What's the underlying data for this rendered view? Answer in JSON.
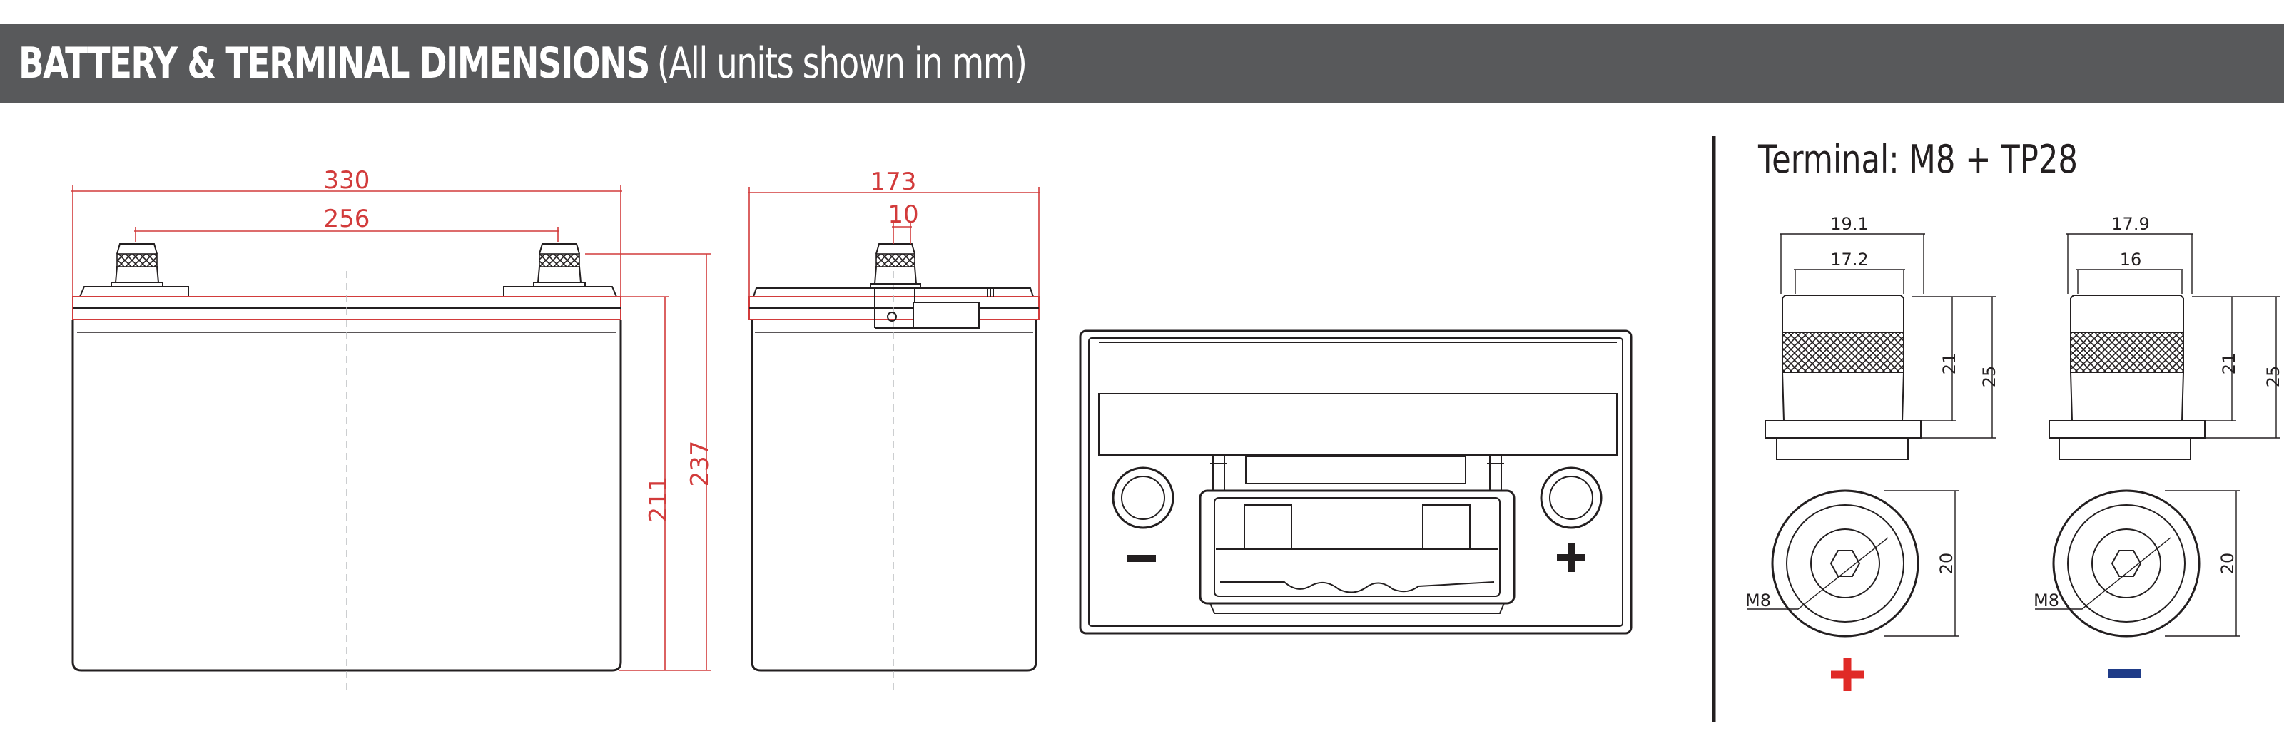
{
  "header": {
    "title": "BATTERY & TERMINAL DIMENSIONS",
    "subtitle": "(All units shown in mm)"
  },
  "battery_dimensions": {
    "length": "330",
    "terminal_spacing": "256",
    "width": "173",
    "terminal_offset": "10",
    "height_case": "211",
    "height_total": "237"
  },
  "terminal": {
    "title": "Terminal: M8 + TP28",
    "positive": {
      "base_diameter": "19.1",
      "top_diameter": "17.2",
      "height_taper": "21",
      "height_total": "25",
      "bolt": "M8",
      "outer_diameter": "20",
      "polarity_symbol": "+",
      "polarity_color": "#e02a27"
    },
    "negative": {
      "base_diameter": "17.9",
      "top_diameter": "16",
      "height_taper": "21",
      "height_total": "25",
      "bolt": "M8",
      "outer_diameter": "20",
      "polarity_symbol": "−",
      "polarity_color": "#1f3c88"
    }
  },
  "colors": {
    "header_bg": "#58595b",
    "dimension_red": "#d23b3b",
    "line_black": "#231f20"
  }
}
